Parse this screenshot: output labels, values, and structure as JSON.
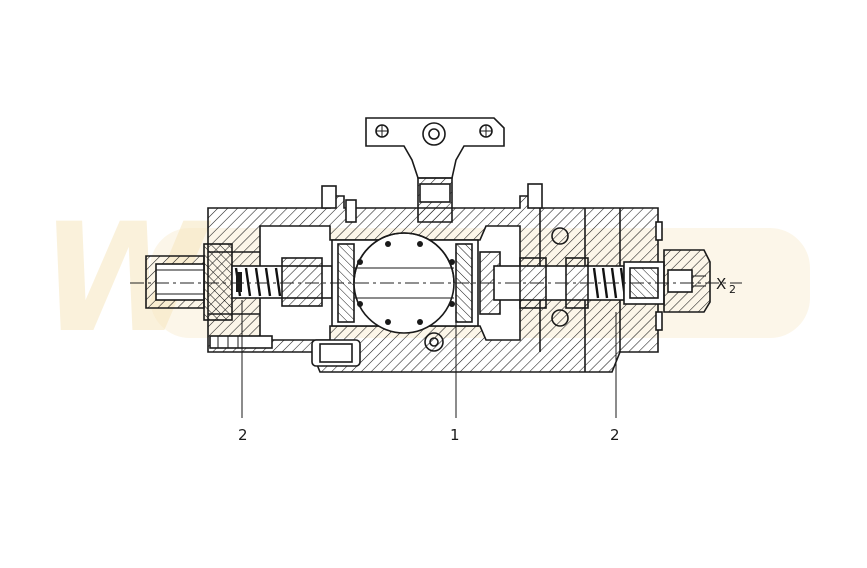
{
  "diagram": {
    "watermark": "W",
    "labels": {
      "left_part": "2",
      "center_part": "1",
      "right_part": "2",
      "port": "X",
      "port_sub": "2"
    }
  },
  "colors": {
    "ink": "#1a1a1a",
    "watermark": "#f6e6bf",
    "background": "#ffffff"
  }
}
